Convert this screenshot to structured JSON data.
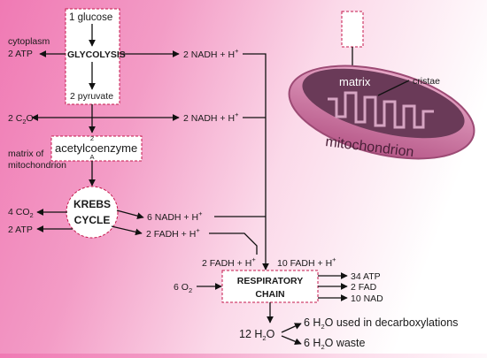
{
  "labels": {
    "glucose": "1 glucose",
    "glycolysis": "GLYCOLYSIS",
    "pyruvate": "2 pyruvate",
    "cytoplasm": "cytoplasm",
    "atp_2": "2 ATP",
    "nadh": "2 NADH + H",
    "plus": "+",
    "co2_prefix": "2 C",
    "co2_sub": "2",
    "co2_o": "O",
    "acetyl_prefix": "2",
    "acetyl": "acetylcoenzyme",
    "acetyl_a": "A",
    "matrix_of": "matrix of",
    "mitochondrion_label": "mitochondrion",
    "krebs_1": "KREBS",
    "krebs_2": "CYCLE",
    "co2_4": "4 CO",
    "sub_2": "2",
    "atp_2b": "2 ATP",
    "nadh_6": "6 NADH + H",
    "fadh_2": "2 FADH + H",
    "fadh_2b": "2 FADH + H",
    "nadh_10": "10 FADH + H",
    "o2_6": "6 O",
    "resp_1": "RESPIRATORY",
    "resp_2": "CHAIN",
    "atp_34": "34 ATP",
    "fad_2": "2 FAD",
    "nad_10": "10 NAD",
    "h2o_12a": "12  H",
    "h2o_12b": "O",
    "h2o_6a": "6 H",
    "h2o_6a_rest": "O used in decarboxylations",
    "h2o_6b": "6 H",
    "h2o_6b_rest": "O waste",
    "matrix": "matrix",
    "cristae": "cristae",
    "mitochondrion": "mitochondrion"
  },
  "colors": {
    "box_border": "#c41a4c",
    "mito_outer": "#d77aa6",
    "mito_inner": "#6a3a58"
  }
}
